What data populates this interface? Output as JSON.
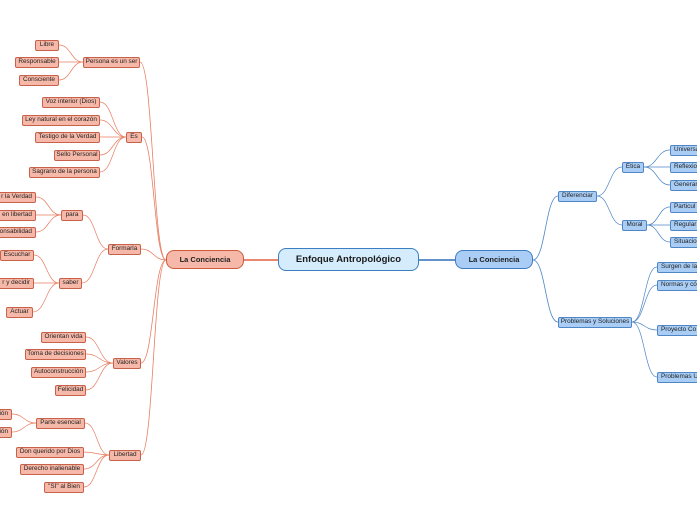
{
  "root": "Enfoque Antropológico",
  "left": {
    "title": "La Conciencia",
    "persona": {
      "label": "Persona es un ser",
      "items": [
        "Libre",
        "Responsable",
        "Consciente"
      ]
    },
    "es": {
      "label": "Es",
      "items": [
        "Voz interior (Dios)",
        "Ley natural en el corazón",
        "Testigo de la Verdad",
        "Sello Personal",
        "Sagrario de la persona"
      ]
    },
    "formarla": {
      "label": "Formarla",
      "para": {
        "label": "para",
        "items": [
          "r la Verdad",
          "en libertad",
          "onsabilidad"
        ]
      },
      "saber": {
        "label": "saber",
        "items": [
          "Escuchar",
          "r y decidir",
          "Actuar"
        ]
      }
    },
    "valores": {
      "label": "Valores",
      "items": [
        "Orientan vida",
        "Toma de decisiones",
        "Autoconstrucción",
        "Felicidad"
      ]
    },
    "libertad": {
      "label": "Libertad",
      "parte": {
        "label": "Parte esencial",
        "items": [
          "ión",
          "ión"
        ]
      },
      "items": [
        "Don querido por Dios",
        "Derecho inalienable",
        "\"SÍ\" al Bien"
      ]
    }
  },
  "right": {
    "title": "La Conciencia",
    "diferenciar": {
      "label": "Diferenciar",
      "etica": {
        "label": "Ética",
        "items": [
          "Universa",
          "Reflexio",
          "Generar"
        ]
      },
      "moral": {
        "label": "Moral",
        "items": [
          "Particul",
          "Regular",
          "Situacio"
        ]
      }
    },
    "problemas": {
      "label": "Problemas y Soluciones",
      "items": [
        "Surgen de la",
        "Normas y có",
        "Proyecto Co",
        "Problemas U"
      ]
    }
  },
  "colors": {
    "left_fill": "#f6b9a9",
    "left_line": "#e87e62",
    "right_fill": "#a9cdf5",
    "right_line": "#4f86c6",
    "root_fill": "#d4ecfb"
  }
}
